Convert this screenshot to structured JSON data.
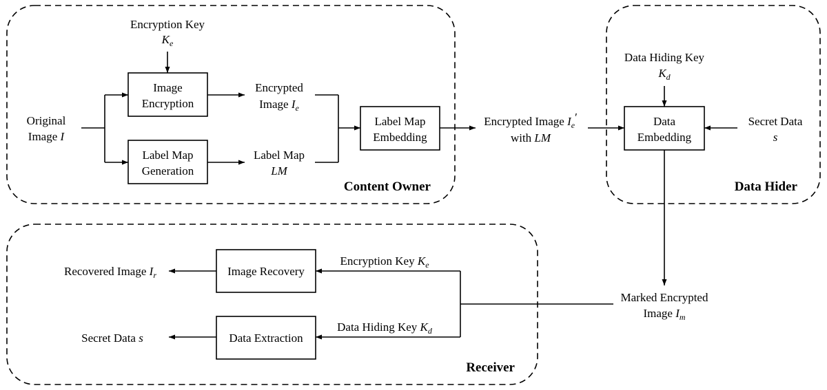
{
  "regions": {
    "content_owner": "Content Owner",
    "data_hider": "Data Hider",
    "receiver": "Receiver"
  },
  "boxes": {
    "image_encryption": [
      "Image",
      "Encryption"
    ],
    "label_map_generation": [
      "Label Map",
      "Generation"
    ],
    "label_map_embedding": [
      "Label Map",
      "Embedding"
    ],
    "data_embedding": [
      "Data",
      "Embedding"
    ],
    "image_recovery": "Image Recovery",
    "data_extraction": "Data Extraction"
  },
  "labels": {
    "encryption_key_line1": "Encryption Key",
    "encryption_key_symbol": "K",
    "encryption_key_sub": "e",
    "original_image_line1": "Original",
    "original_image_line2": "Image ",
    "original_image_symbol": "I",
    "encrypted_image_line1": "Encrypted",
    "encrypted_image_line2": "Image ",
    "encrypted_image_symbol": "I",
    "encrypted_image_sub": "e",
    "label_map_line1": "Label Map",
    "label_map_symbol": "LM",
    "encrypted_image_lm_line1": "Encrypted Image ",
    "encrypted_image_lm_symbol": "I",
    "encrypted_image_lm_sub": "e",
    "encrypted_image_lm_prime": "′",
    "encrypted_image_lm_line2": "with ",
    "encrypted_image_lm_line2_symbol": "LM",
    "data_hiding_key_line1": "Data Hiding Key",
    "data_hiding_key_symbol": "K",
    "data_hiding_key_sub": "d",
    "secret_data_line1": "Secret Data",
    "secret_data_symbol": "s",
    "marked_line1": "Marked Encrypted",
    "marked_line2": "Image ",
    "marked_symbol": "I",
    "marked_sub": "m",
    "recovered_image": "Recovered Image ",
    "recovered_symbol": "I",
    "recovered_sub": "r",
    "secret_data_out": "Secret Data ",
    "secret_data_out_symbol": "s",
    "recv_encryption_key": "Encryption Key ",
    "recv_encryption_key_symbol": "K",
    "recv_encryption_key_sub": "e",
    "recv_data_hiding_key": "Data Hiding Key ",
    "recv_data_hiding_key_symbol": "K",
    "recv_data_hiding_key_sub": "d"
  }
}
